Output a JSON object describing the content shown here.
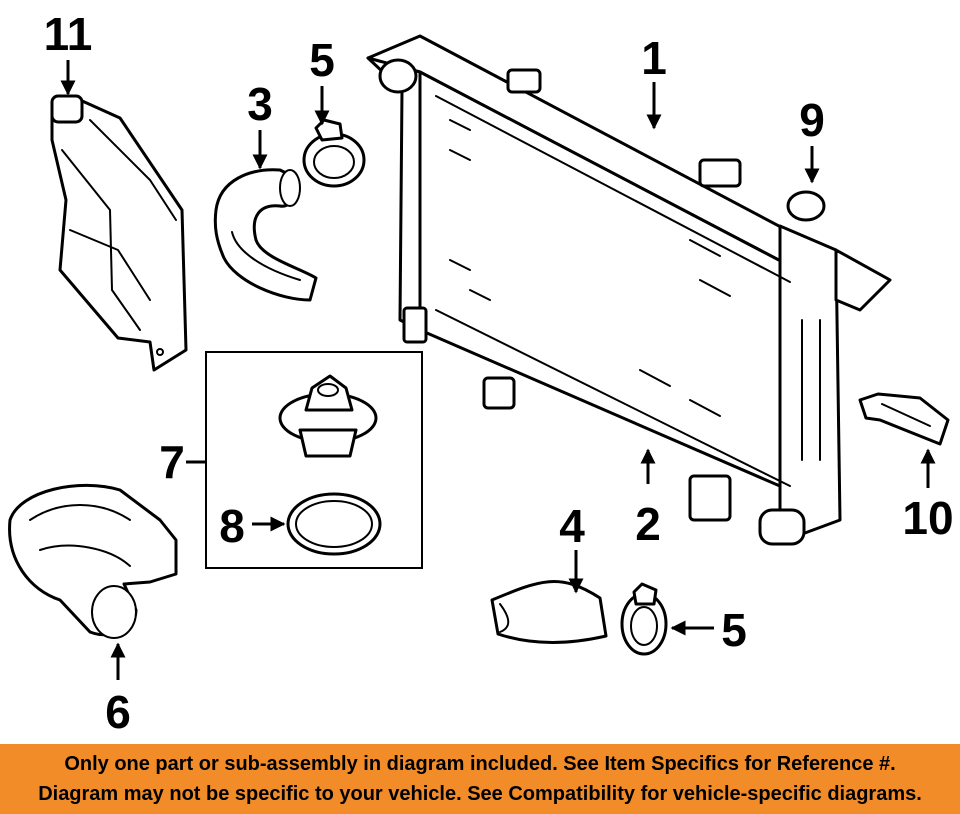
{
  "callouts": {
    "c1": "1",
    "c2": "2",
    "c3": "3",
    "c4": "4",
    "c5a": "5",
    "c5b": "5",
    "c6": "6",
    "c7": "7",
    "c8": "8",
    "c9": "9",
    "c10": "10",
    "c11": "11"
  },
  "banner": {
    "line1": "Only one part or sub-assembly in diagram included. See Item Specifics for Reference #.",
    "line2": "Diagram may not be specific to your vehicle. See Compatibility for vehicle-specific diagrams."
  },
  "colors": {
    "banner_bg": "#f28c28",
    "line": "#000000",
    "background": "#ffffff"
  }
}
